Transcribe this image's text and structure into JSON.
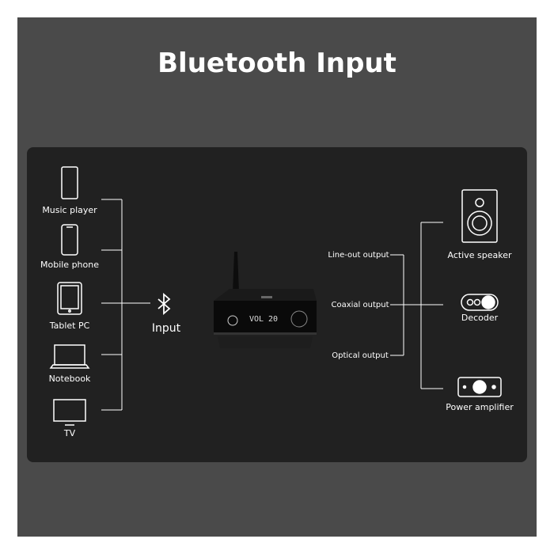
{
  "title": "Bluetooth Input",
  "sources": [
    {
      "label": "Music player",
      "icon": "music-player-icon"
    },
    {
      "label": "Mobile phone",
      "icon": "mobile-phone-icon"
    },
    {
      "label": "Tablet PC",
      "icon": "tablet-icon"
    },
    {
      "label": "Notebook",
      "icon": "notebook-icon"
    },
    {
      "label": "TV",
      "icon": "tv-icon"
    }
  ],
  "input": {
    "label": "Input",
    "icon": "bluetooth-icon"
  },
  "device": {
    "display_text": "VOL 20"
  },
  "outputs": [
    {
      "label": "Line-out output"
    },
    {
      "label": "Coaxial output"
    },
    {
      "label": "Optical output"
    }
  ],
  "destinations": [
    {
      "label": "Active speaker",
      "icon": "speaker-icon"
    },
    {
      "label": "Decoder",
      "icon": "decoder-icon"
    },
    {
      "label": "Power amplifier",
      "icon": "power-amplifier-icon"
    }
  ],
  "colors": {
    "background": "#4a4a4a",
    "panel": "#212121",
    "text": "#ffffff",
    "lines": "#ffffff"
  }
}
